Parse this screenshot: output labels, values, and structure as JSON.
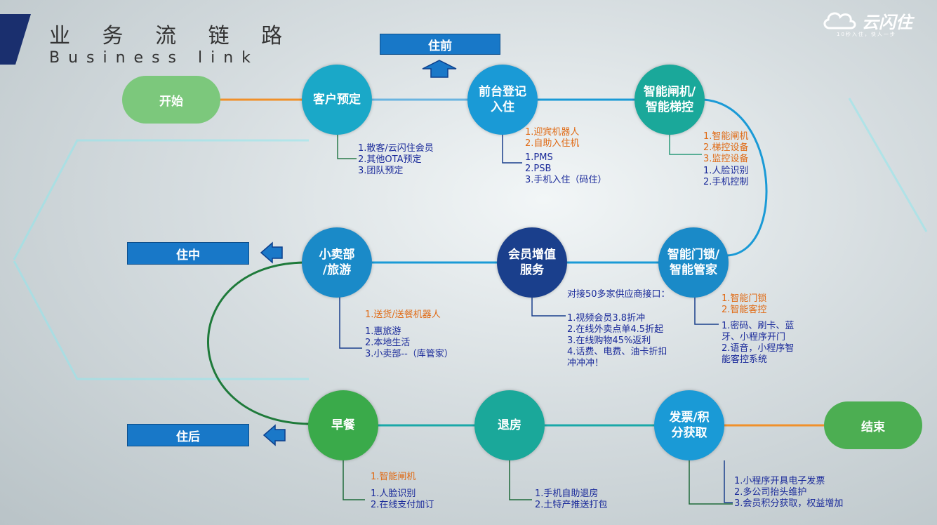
{
  "header": {
    "title_zh": "业 务 流 链 路",
    "title_en": "Business link"
  },
  "logo": {
    "text": "云闪住",
    "slogan": "10秒入住，快人一步",
    "icon": "cloud-icon"
  },
  "phases": {
    "before": "住前",
    "during": "住中",
    "after": "住后"
  },
  "nodes": {
    "start": "开始",
    "booking": "客户预定",
    "checkin": "前台登记\n入住",
    "gate": "智能闸机/\n智能梯控",
    "doorlock": "智能门锁/\n智能管家",
    "member": "会员增值\n服务",
    "shop": "小卖部\n/旅游",
    "breakfast": "早餐",
    "checkout": "退房",
    "invoice": "发票/积\n分获取",
    "end": "结束"
  },
  "notes": {
    "booking": {
      "blue": "1.散客/云闪住会员\n2.其他OTA预定\n3.团队预定"
    },
    "checkin": {
      "orange": "1.迎宾机器人\n2.自助入住机",
      "blue": "1.PMS\n2.PSB\n3.手机入住（码住）"
    },
    "gate": {
      "orange": "1.智能闸机\n2.梯控设备\n3.监控设备",
      "blue": "1.人脸识别\n2.手机控制"
    },
    "doorlock": {
      "orange": "1.智能门锁\n2.智能客控",
      "blue": "1.密码、刷卡、蓝\n牙、小程序开门\n2.语音，小程序智\n能客控系统"
    },
    "member": {
      "heading": "对接50多家供应商接口：",
      "blue": "1.视频会员3.8折冲\n2.在线外卖点单4.5折起\n3.在线购物45%返利\n4.话费、电费、油卡折扣\n冲冲冲！"
    },
    "shop": {
      "orange": "1.送货/送餐机器人",
      "blue": "1.惠旅游\n2.本地生活\n3.小卖部--（库管家）"
    },
    "breakfast": {
      "orange": "1.智能闸机",
      "blue": "1.人脸识别\n2.在线支付加订"
    },
    "checkout": {
      "blue": "1.手机自助退房\n2.土特产推送打包"
    },
    "invoice": {
      "blue": "1.小程序开具电子发票\n2.多公司抬头维护\n3.会员积分获取，权益增加"
    }
  },
  "colors": {
    "start_green": "#7cc87c",
    "end_green": "#4cae52",
    "teal": "#1aa8a8",
    "blue": "#1a9ad6",
    "navy": "#1a3f8c",
    "orange_line": "#f0902a",
    "phase_blue": "#1878c8"
  }
}
